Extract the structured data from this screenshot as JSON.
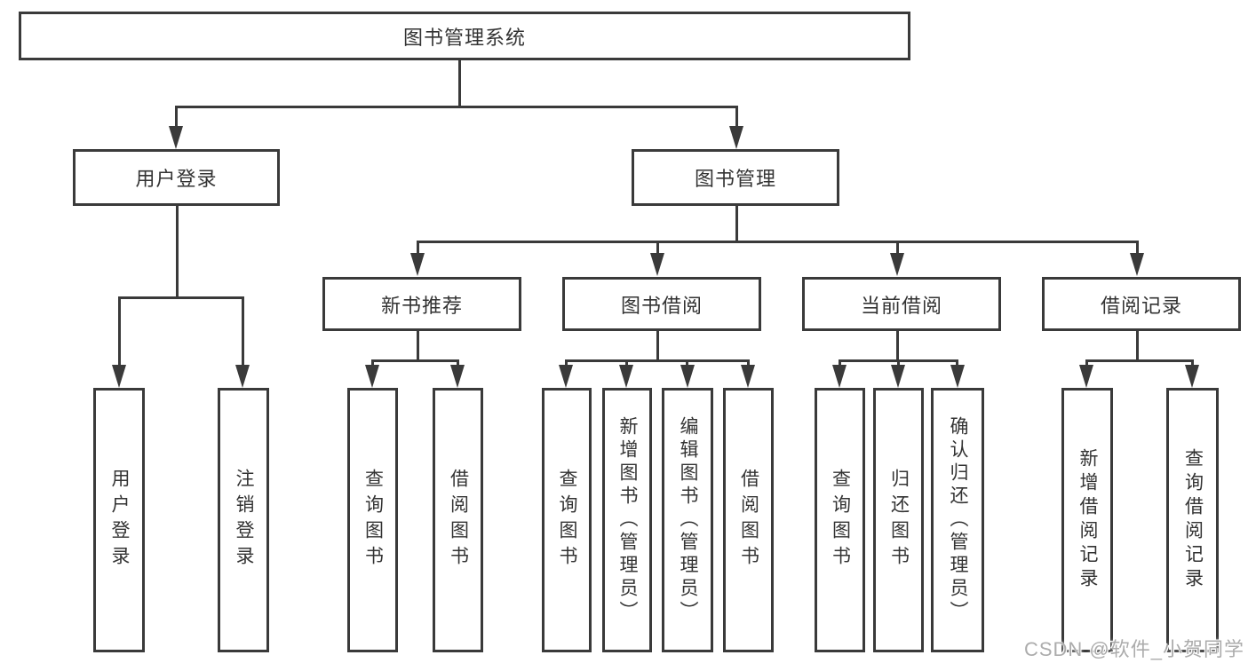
{
  "diagram": {
    "title": "图书管理系统",
    "level2": {
      "user_login": "用户登录",
      "book_mgmt": "图书管理"
    },
    "level3": {
      "new_book": "新书推荐",
      "book_borrow": "图书借阅",
      "current_borrow": "当前借阅",
      "borrow_record": "借阅记录"
    },
    "leaves": {
      "user_login": "用户登录",
      "logout": "注销登录",
      "query_book_recommend": "查询图书",
      "borrow_book_recommend": "借阅图书",
      "query_book_borrow": "查询图书",
      "add_book_admin": "新增图书（管理员）",
      "edit_book_admin": "编辑图书（管理员）",
      "borrow_book_borrow": "借阅图书",
      "query_book_current": "查询图书",
      "return_book": "归还图书",
      "confirm_return_admin": "确认归还（管理员）",
      "add_borrow_record": "新增借阅记录",
      "query_borrow_record": "查询借阅记录"
    }
  },
  "watermark": "CSDN @软件_小贺同学",
  "colors": {
    "line": "#3a3a3a",
    "box_border": "#3a3a3a",
    "box_fill": "#ffffff",
    "text": "#333333",
    "watermark": "#9e9e9e"
  }
}
